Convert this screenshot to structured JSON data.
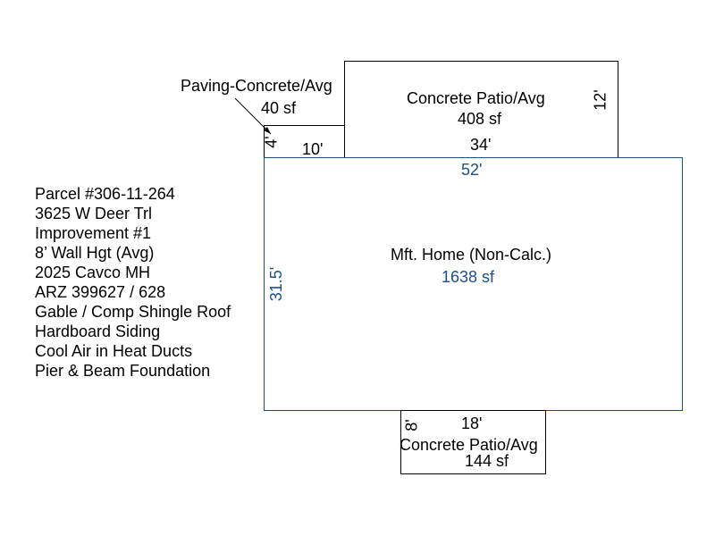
{
  "paving": {
    "name": "Paving-Concrete/Avg",
    "area": "40 sf",
    "dim_width": "10'",
    "dim_depth": "4'"
  },
  "patio_top": {
    "name": "Concrete Patio/Avg",
    "area": "408 sf",
    "dim_width": "34'",
    "dim_depth": "12'"
  },
  "home": {
    "name": "Mft. Home (Non-Calc.)",
    "area": "1638 sf",
    "dim_width": "52'",
    "dim_depth": "31.5'"
  },
  "patio_bottom": {
    "name": "Concrete Patio/Avg",
    "area": "144 sf",
    "dim_width": "18'",
    "dim_depth": "8'"
  },
  "info_lines": [
    "Parcel #306-11-264",
    "3625 W Deer Trl",
    "Improvement #1",
    "8’ Wall Hgt (Avg)",
    "2025 Cavco MH",
    "ARZ 399627 / 628",
    "Gable / Comp Shingle Roof",
    "Hardboard Siding",
    "Cool Air in Heat Ducts",
    "Pier & Beam Foundation"
  ],
  "colors": {
    "home_outline": "#1c4f8a",
    "home_text": "#1c4f8a",
    "lines": "#000000"
  }
}
